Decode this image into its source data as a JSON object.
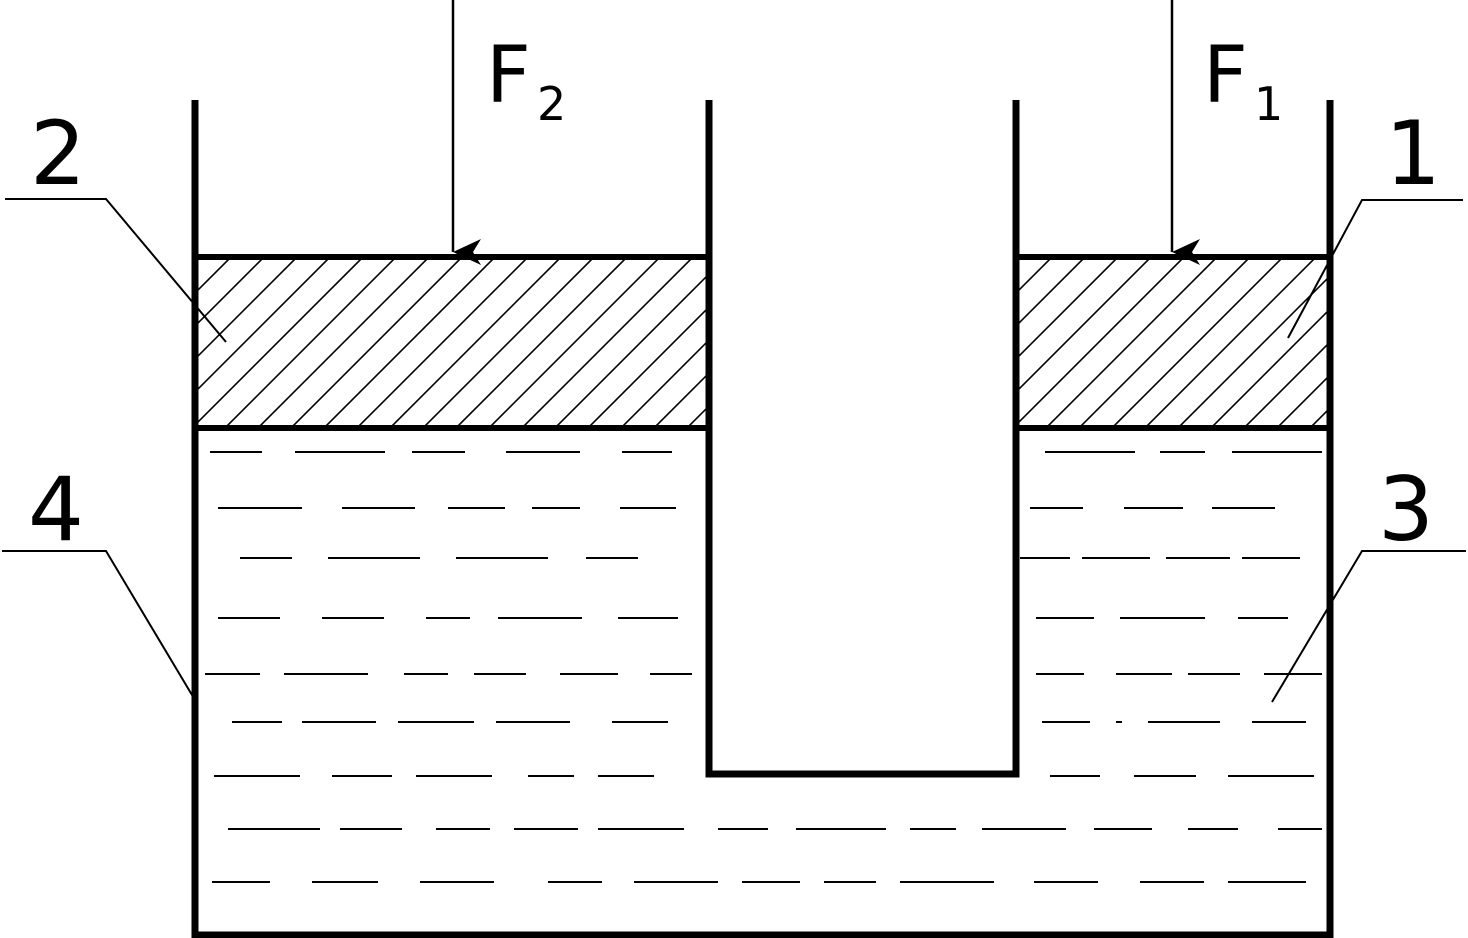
{
  "labels": {
    "piston_right": "1",
    "piston_left": "2",
    "liquid_right": "3",
    "vessel_wall": "4"
  },
  "forces": {
    "left": {
      "symbol": "F",
      "subscript": "2"
    },
    "right": {
      "symbol": "F",
      "subscript": "1"
    }
  },
  "colors": {
    "line": "#000000",
    "background": "#ffffff"
  }
}
